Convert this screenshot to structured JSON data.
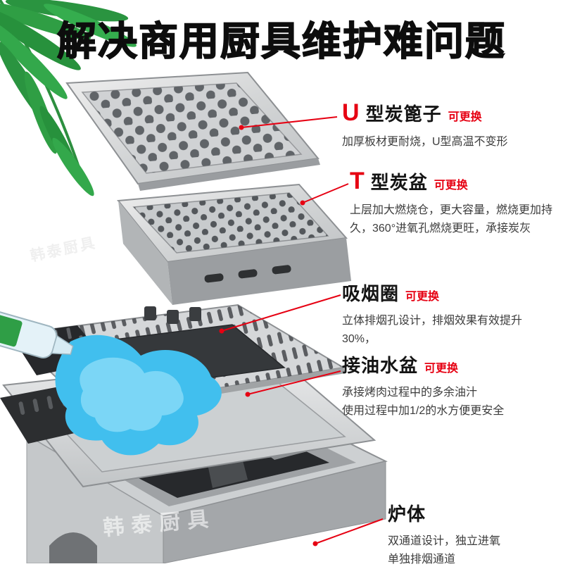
{
  "page": {
    "title": "解决商用厨具维护难问题",
    "watermark": "韩泰厨具"
  },
  "colors": {
    "accent_red": "#e60012",
    "leaf_green": "#2f9e44",
    "water_blue": "#41bfee",
    "steel_gray": "#cdd0d2"
  },
  "callouts": [
    {
      "prefix": "U",
      "name": "型炭篦子",
      "badge": "可更换",
      "desc": "加厚板材更耐烧，U型高温不变形"
    },
    {
      "prefix": "T",
      "name": "型炭盆",
      "badge": "可更换",
      "desc": "上层加大燃烧仓，更大容量，燃烧更加持久，360°进氧孔燃烧更旺，承接炭灰"
    },
    {
      "prefix": "",
      "name": "吸烟圈",
      "badge": "可更换",
      "desc": "立体排烟孔设计，排烟效果有效提升30%，"
    },
    {
      "prefix": "",
      "name": "接油水盆",
      "badge": "可更换",
      "desc": "承接烤肉过程中的多余油汁\n使用过程中加1/2的水方便更安全"
    },
    {
      "prefix": "",
      "name": "炉体",
      "badge": "",
      "desc": "双通道设计，独立进氧\n单独排烟通道"
    }
  ]
}
